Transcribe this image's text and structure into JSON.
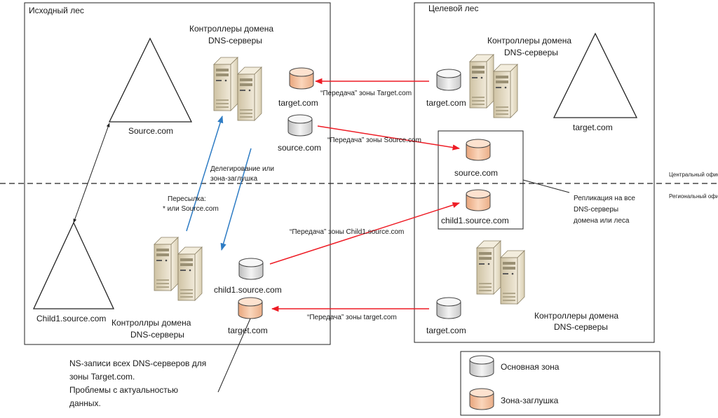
{
  "source_forest": {
    "title": "Исходный лес",
    "root_domain": "Source.com",
    "child_domain": "Child1.source.com",
    "central_dc": {
      "line1": "Контроллеры домена",
      "line2": "DNS-серверы"
    },
    "central_zones": {
      "stub": "target.com",
      "primary": "source.com"
    },
    "regional_dc": {
      "line1": "Контроллры домена",
      "line2": "DNS-серверы"
    },
    "regional_zones": {
      "primary": "child1.source.com",
      "stub": "target.com"
    }
  },
  "target_forest": {
    "title": "Целевой лес",
    "root_domain": "target.com",
    "central_dc": {
      "line1": "Контроллеры домена",
      "line2": "DNS-серверы"
    },
    "central_zone": "target.com",
    "stub_box_zones": {
      "source": "source.com",
      "child": "child1.source.com"
    },
    "regional_dc": {
      "line1": "Контроллеры домена",
      "line2": "DNS-серверы"
    },
    "regional_zone": "target.com"
  },
  "arrows": {
    "transfer_target": "“Передача” зоны Target.com",
    "transfer_source": "“Передача” зоны Source.com",
    "transfer_child": "“Передача” зоны Child1.source.com",
    "transfer_target_lower": "“Передача” зоны target.com",
    "delegation": {
      "line1": "Делегирование или",
      "line2": "зона-заглушка"
    },
    "forwarding": {
      "line1": "Пересылка:",
      "line2": "* или Source.com"
    }
  },
  "offices": {
    "central": "Центральный офис",
    "regional": "Региональный офис"
  },
  "replication_note": {
    "line1": "Репликация на все",
    "line2": "DNS-серверы",
    "line3": "домена или леса"
  },
  "ns_note": {
    "line1": "NS-записи всех DNS-серверов для",
    "line2": "зоны Target.com.",
    "line3": "Проблемы с актуальностью",
    "line4": "данных."
  },
  "legend": {
    "primary": "Основная зона",
    "stub": "Зона-заглушка"
  },
  "colors": {
    "primary_zone": "#e4e4e4",
    "stub_zone": "#f7c7a5",
    "transfer_arrow": "#ee1c25",
    "delegation_arrow": "#2e7cc4",
    "server": "#e6dcc2"
  }
}
